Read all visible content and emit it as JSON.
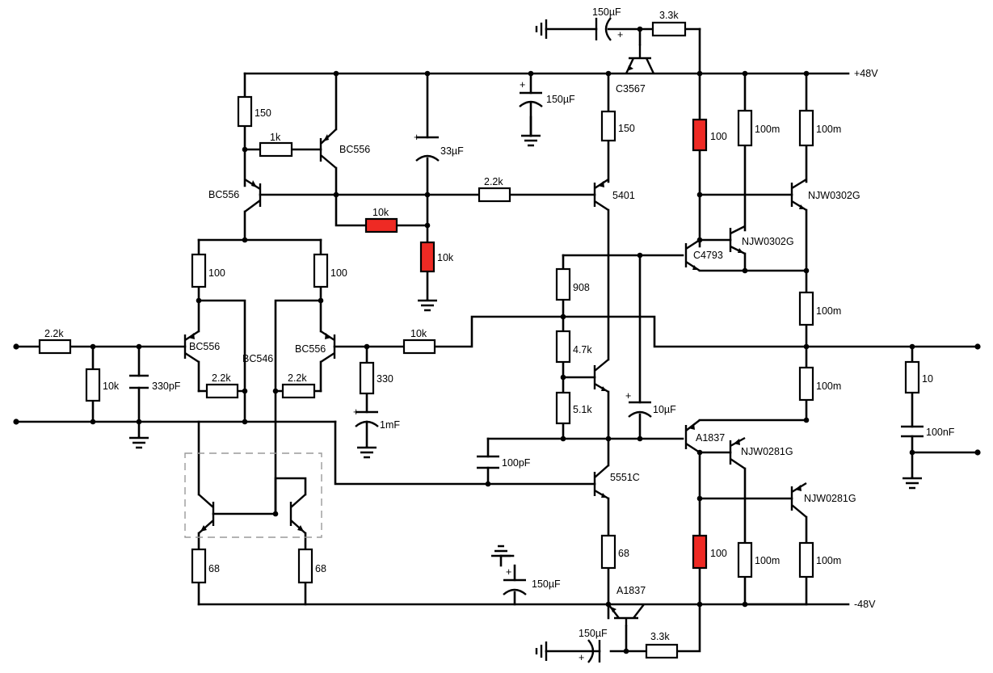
{
  "rails": {
    "positive": "+48V",
    "negative": "-48V"
  },
  "resistors": {
    "r_in_series": "2.2k",
    "r_in_shunt": "10k",
    "r_top_emitter": "150",
    "r_top_base": "1k",
    "r_ltp_left": "100",
    "r_ltp_right": "100",
    "r_degen_left": "2.2k",
    "r_degen_right": "2.2k",
    "r_feedback": "10k",
    "r_fb_shunt": "330",
    "r_vas_bias": "2.2k",
    "r_ref_series": "10k",
    "r_ref_shunt": "10k",
    "r_vas_emitter": "150",
    "r_vbe_top": "908",
    "r_vbe_mid": "4.7k",
    "r_vbe_bot": "5.1k",
    "r_vas_low_emitter": "68",
    "r_mirror_left": "68",
    "r_mirror_right": "68",
    "r_top_boot": "3.3k",
    "r_bot_boot": "3.3k",
    "r_drv_top": "100",
    "r_drv_bot": "100",
    "r_em_top_a": "100m",
    "r_em_top_b": "100m",
    "r_em_mid_top": "100m",
    "r_em_mid_bot": "100m",
    "r_em_bot_a": "100m",
    "r_em_bot_b": "100m",
    "r_zobel": "10"
  },
  "capacitors": {
    "c_in": "330pF",
    "c_fb": "1mF",
    "c_ref": "33µF",
    "c_top_rail": "150µF",
    "c_top_boot": "150µF",
    "c_bot_rail": "150µF",
    "c_bot_boot": "150µF",
    "c_vbe": "10µF",
    "c_miller": "100pF",
    "c_zobel": "100nF"
  },
  "transistors": {
    "q_top_source": "BC556",
    "q_top_ref": "BC556",
    "q_ltp_left": "BC556",
    "q_ltp_right": "BC556",
    "q_mirror": "BC546",
    "q_vas": "5401",
    "q_vas_low": "5551C",
    "q_top_cs": "C3567",
    "q_bot_cs": "A1837",
    "q_drv_top": "C4793",
    "q_drv_bot": "A1837",
    "q_out_top_1": "NJW0302G",
    "q_out_top_2": "NJW0302G",
    "q_out_bot_1": "NJW0281G",
    "q_out_bot_2": "NJW0281G"
  },
  "palette": {
    "wire": "#000000",
    "highlight_resistor": "#ee2a24",
    "dashed_box": "#9a9a9a"
  }
}
